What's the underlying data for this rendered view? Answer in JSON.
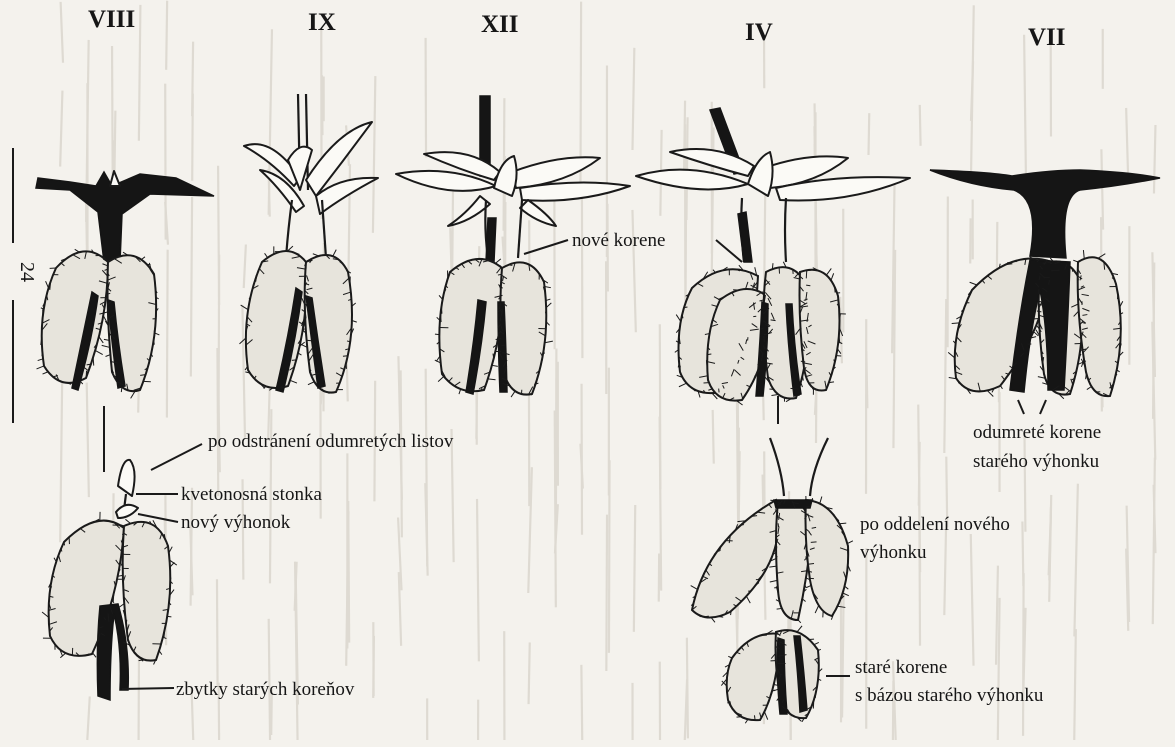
{
  "page_number": "24",
  "stages": [
    {
      "roman": "VIII"
    },
    {
      "roman": "IX"
    },
    {
      "roman": "XII"
    },
    {
      "roman": "IV"
    },
    {
      "roman": "VII"
    }
  ],
  "labels": {
    "new_roots": "nové korene",
    "after_removing_dead_leaves": "po odstránení odumretých listov",
    "flower_stalk": "kvetonosná stonka",
    "new_shoot": "nový výhonok",
    "old_root_remnants": "zbytky starých koreňov",
    "after_separating_line1": "po oddelení nového",
    "after_separating_line2": "výhonku",
    "old_roots_line1": "staré korene",
    "old_roots_line2": "s bázou starého výhonku",
    "dead_roots_line1": "odumreté korene",
    "dead_roots_line2": "starého výhonku"
  }
}
